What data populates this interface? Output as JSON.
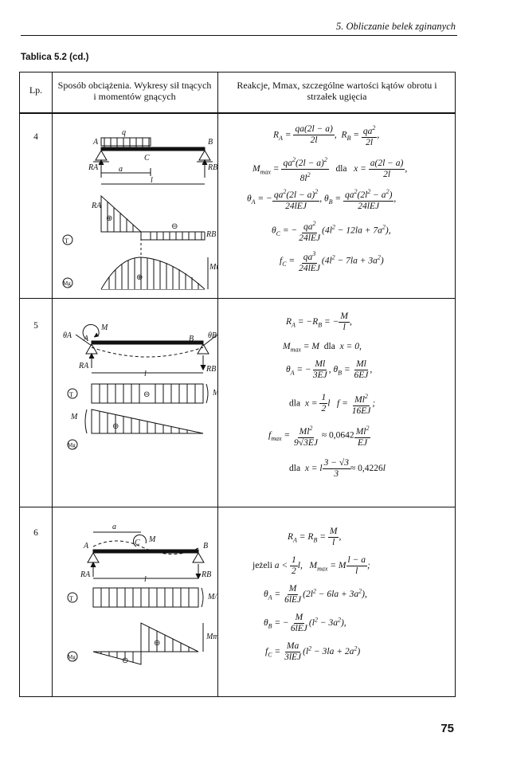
{
  "header": {
    "chapter": "5. Obliczanie belek zginanych"
  },
  "table_caption": "Tablica 5.2 (cd.)",
  "columns": {
    "lp": "Lp.",
    "loading": "Sposób obciążenia. Wykresy sił tnących i momentów gnących",
    "results": "Reakcje, Mmax, szczególne wartości kątów obrotu i strzałek ugięcia"
  },
  "rows": [
    {
      "lp": "4"
    },
    {
      "lp": "5"
    },
    {
      "lp": "6"
    }
  ],
  "labels": {
    "q": "q",
    "A": "A",
    "B": "B",
    "C": "C",
    "M": "M",
    "a": "a",
    "l": "l",
    "RA": "RA",
    "RB": "RB",
    "T": "T",
    "Mg": "Mg",
    "Mmax": "Mmax",
    "ML": "M/l",
    "plus": "⊕",
    "minus": "⊖",
    "thetaA": "θA",
    "thetaB": "θB"
  },
  "page_number": "75"
}
